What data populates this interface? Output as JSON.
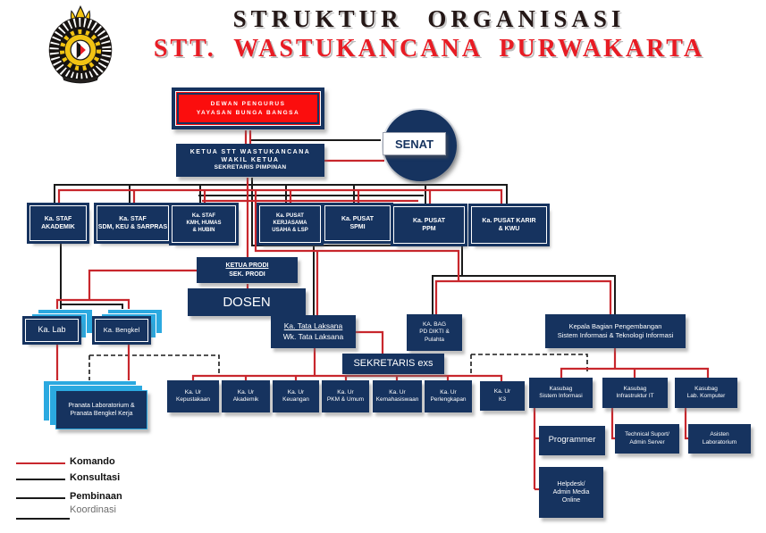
{
  "title": {
    "line1": "STRUKTUR ORGANISASI",
    "line2": "STT. WASTUKANCANA PURWAKARTA"
  },
  "colors": {
    "node_navy": "#16335f",
    "title_red": "#e81c24",
    "dewan_red": "#fb0d0d",
    "line_komando_red": "#c8272d",
    "line_black": "#1a1a1a",
    "stack_cyan": "#2ba9e0"
  },
  "logo": {
    "name": "stt-wastukancana-emblem"
  },
  "nodes": {
    "dewan": {
      "line1": "DEWAN PENGURUS",
      "line2": "YAYASAN BUNGA BANGSA"
    },
    "senat": {
      "label": "SENAT"
    },
    "ketua": {
      "line1": "KETUA STT WASTUKANCANA",
      "line2": "WAKIL KETUA",
      "line3": "SEKRETARIS PIMPINAN"
    },
    "staf": [
      {
        "line1": "Ka. STAF",
        "line2": "AKADEMIK",
        "line3": ""
      },
      {
        "line1": "Ka. STAF",
        "line2": "SDM, KEU & SARPRAS",
        "line3": ""
      },
      {
        "line1": "Ka. STAF",
        "line2": "KMH, HUMAS",
        "line3": "& HUBIN"
      },
      {
        "line1": "Ka. PUSAT",
        "line2": "KERJASAMA",
        "line3": "USAHA & LSP"
      },
      {
        "line1": "Ka. PUSAT",
        "line2": "SPMI",
        "line3": ""
      },
      {
        "line1": "Ka. PUSAT",
        "line2": "PPM",
        "line3": ""
      },
      {
        "line1": "Ka. PUSAT KARIR",
        "line2": "& KWU",
        "line3": ""
      }
    ],
    "ketua_prodi": {
      "line1": "KETUA PRODI",
      "line2": "SEK. PRODI"
    },
    "dosen": {
      "label": "DOSEN"
    },
    "ka_lab": {
      "label": "Ka. Lab"
    },
    "ka_bengkel": {
      "label": "Ka. Bengkel"
    },
    "tata_laksana": {
      "line1": "Ka. Tata Laksana",
      "line2": "Wk. Tata Laksana"
    },
    "ka_bag": {
      "line1": "KA. BAG",
      "line2": "PD DIKTI &",
      "line3": "Pulahta"
    },
    "kepala_bagian": {
      "line1": "Kepala Bagian Pengembangan",
      "line2": "Sistem Informasi & Teknologi Informasi"
    },
    "sekretaris": {
      "label": "SEKRETARIS exs"
    },
    "pranata": {
      "line1": "Pranata Laboratorium &",
      "line2": "Pranata Bengkel Kerja"
    },
    "ka_ur": [
      {
        "line1": "Ka. Ur",
        "line2": "Kepustakaan"
      },
      {
        "line1": "Ka. Ur",
        "line2": "Akademik"
      },
      {
        "line1": "Ka. Ur",
        "line2": "Keuangan"
      },
      {
        "line1": "Ka. Ur",
        "line2": "PKM & Umum"
      },
      {
        "line1": "Ka. Ur",
        "line2": "Kemahasiswaan"
      },
      {
        "line1": "Ka. Ur",
        "line2": "Perlengkapan"
      },
      {
        "line1": "Ka. Ur",
        "line2": "K3"
      }
    ],
    "kasubag": [
      {
        "line1": "Kasubag",
        "line2": "Sistem Informasi"
      },
      {
        "line1": "Kasubag",
        "line2": "Infrastruktur IT"
      },
      {
        "line1": "Kasubag",
        "line2": "Lab. Komputer"
      }
    ],
    "programmer": {
      "label": "Programmer"
    },
    "technical": {
      "line1": "Technical Suport/",
      "line2": "Admin Server"
    },
    "asisten": {
      "line1": "Asisten",
      "line2": "Laboratorium"
    },
    "helpdesk": {
      "line1": "Helpdesk/",
      "line2": "Admin Media",
      "line3": "Online"
    }
  },
  "legend": [
    {
      "label": "Komando",
      "color": "#c8272d",
      "style": "solid"
    },
    {
      "label": "Konsultasi",
      "color": "#1a1a1a",
      "style": "solid"
    },
    {
      "label": "Pembinaan",
      "color": "#1a1a1a",
      "style": "solid"
    },
    {
      "label": "Koordinasi",
      "color": "#1a1a1a",
      "style": "solid"
    }
  ]
}
